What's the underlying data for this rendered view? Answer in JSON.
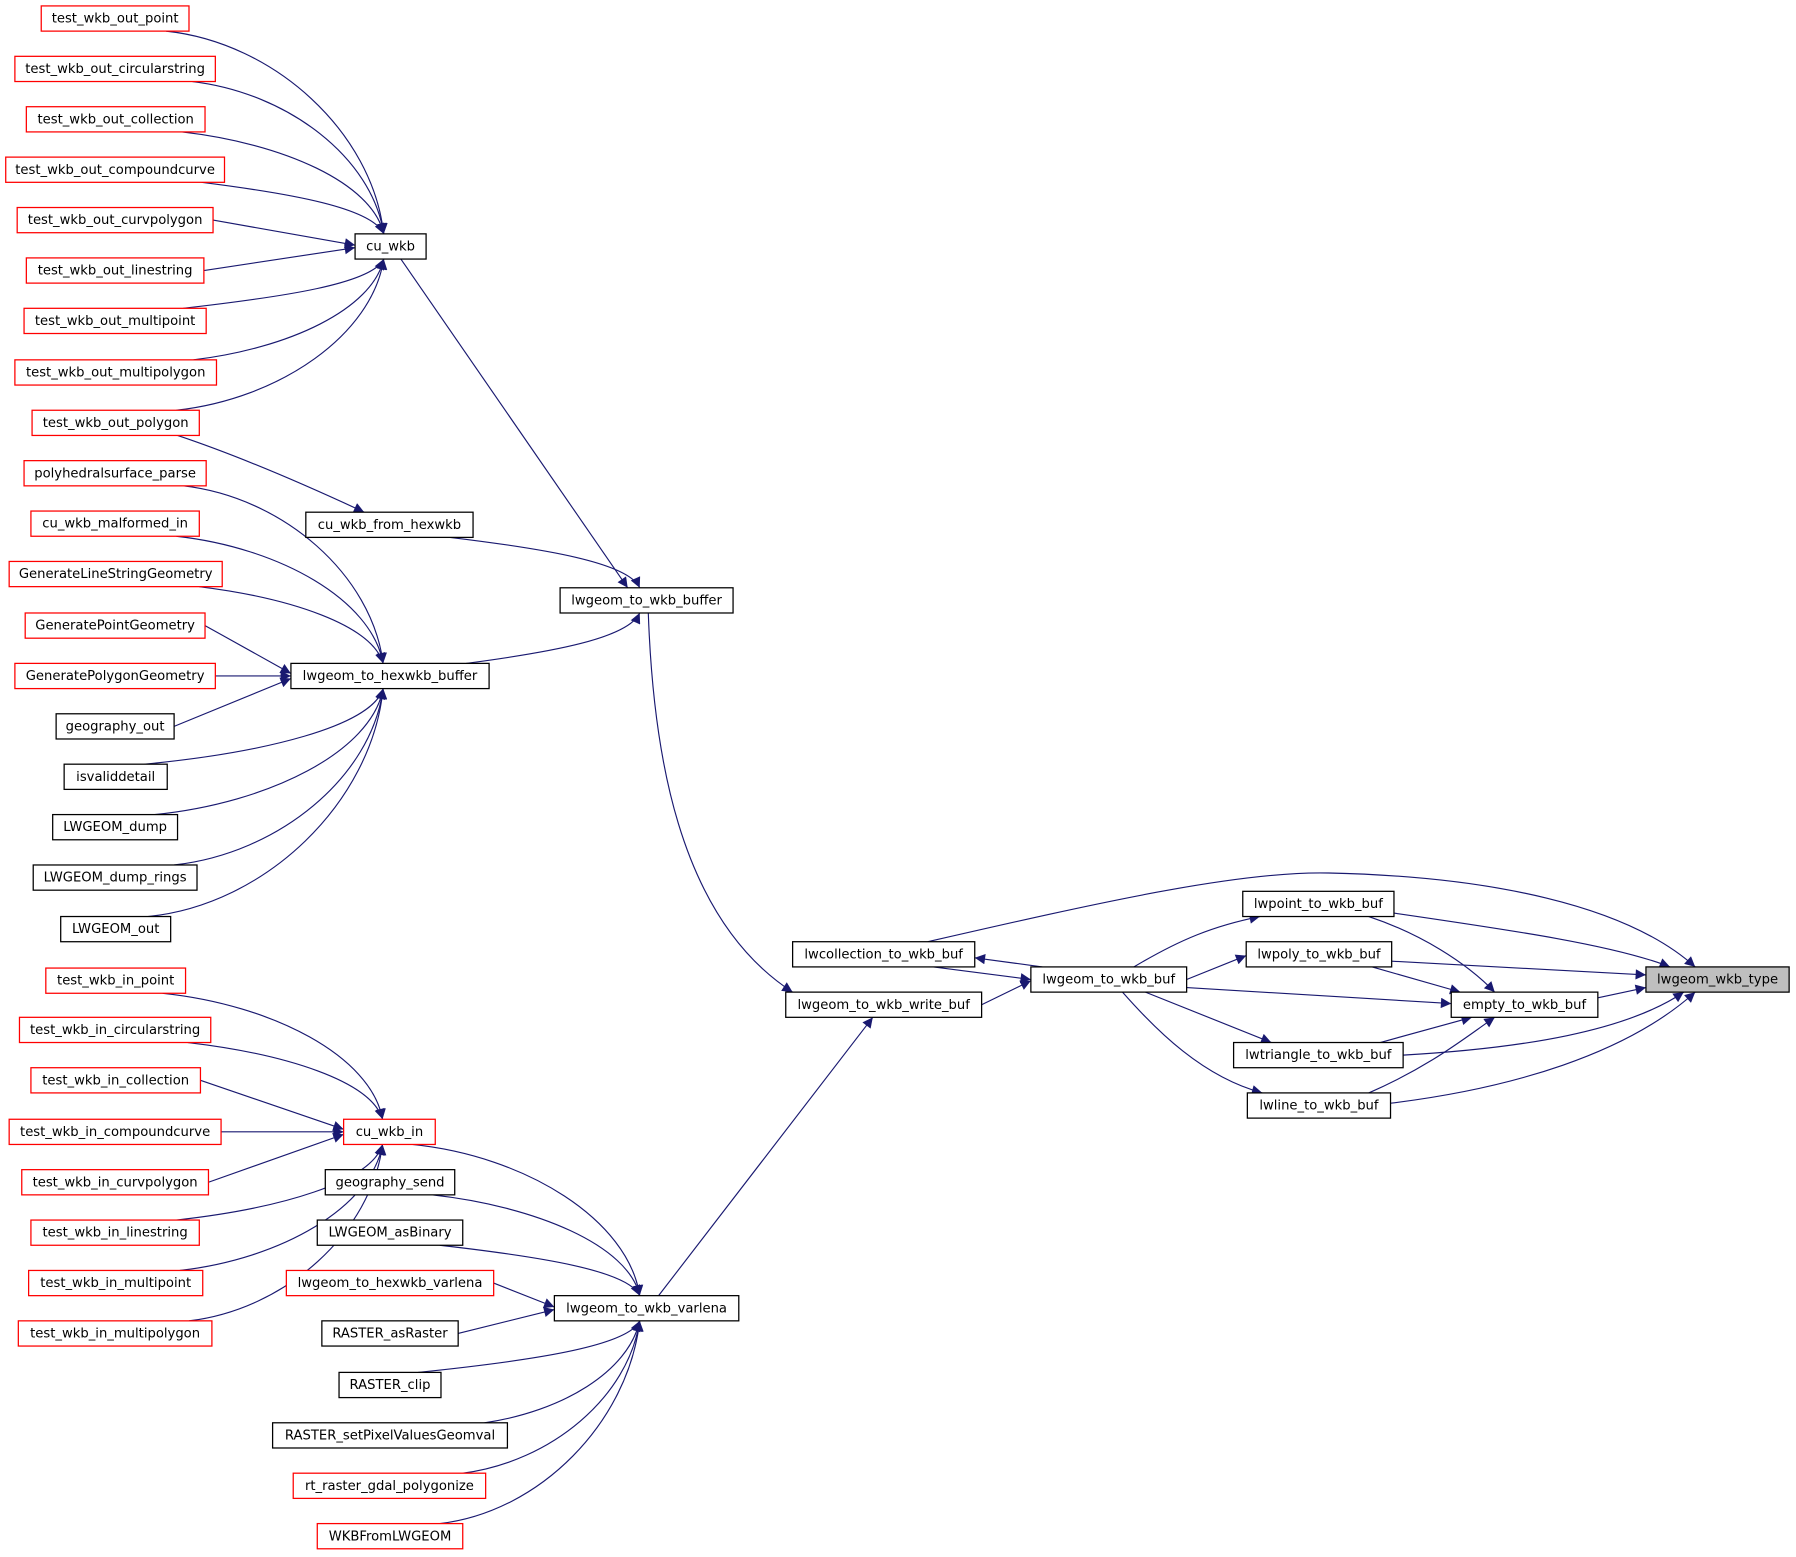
{
  "colors": {
    "edge": "#191970",
    "red_border": "#ff0000",
    "black_border": "#000000",
    "highlight_fill": "#bfbfbf"
  },
  "nodes": [
    {
      "id": "out_point",
      "label": "test_wkb_out_point",
      "style": "red"
    },
    {
      "id": "out_circ",
      "label": "test_wkb_out_circularstring",
      "style": "red"
    },
    {
      "id": "out_coll",
      "label": "test_wkb_out_collection",
      "style": "red"
    },
    {
      "id": "out_cc",
      "label": "test_wkb_out_compoundcurve",
      "style": "red"
    },
    {
      "id": "out_cp",
      "label": "test_wkb_out_curvpolygon",
      "style": "red"
    },
    {
      "id": "out_ls",
      "label": "test_wkb_out_linestring",
      "style": "red"
    },
    {
      "id": "out_mp",
      "label": "test_wkb_out_multipoint",
      "style": "red"
    },
    {
      "id": "out_mpoly",
      "label": "test_wkb_out_multipolygon",
      "style": "red"
    },
    {
      "id": "out_poly",
      "label": "test_wkb_out_polygon",
      "style": "red"
    },
    {
      "id": "polyhedral",
      "label": "polyhedralsurface_parse",
      "style": "red"
    },
    {
      "id": "malformed",
      "label": "cu_wkb_malformed_in",
      "style": "red"
    },
    {
      "id": "gen_ls",
      "label": "GenerateLineStringGeometry",
      "style": "red"
    },
    {
      "id": "gen_pt",
      "label": "GeneratePointGeometry",
      "style": "red"
    },
    {
      "id": "gen_poly",
      "label": "GeneratePolygonGeometry",
      "style": "red"
    },
    {
      "id": "geog_out",
      "label": "geography_out",
      "style": "black"
    },
    {
      "id": "isvalid",
      "label": "isvaliddetail",
      "style": "black"
    },
    {
      "id": "dump",
      "label": "LWGEOM_dump",
      "style": "black"
    },
    {
      "id": "dump_rings",
      "label": "LWGEOM_dump_rings",
      "style": "black"
    },
    {
      "id": "lw_out",
      "label": "LWGEOM_out",
      "style": "black"
    },
    {
      "id": "in_point",
      "label": "test_wkb_in_point",
      "style": "red"
    },
    {
      "id": "in_circ",
      "label": "test_wkb_in_circularstring",
      "style": "red"
    },
    {
      "id": "in_coll",
      "label": "test_wkb_in_collection",
      "style": "red"
    },
    {
      "id": "in_cc",
      "label": "test_wkb_in_compoundcurve",
      "style": "red"
    },
    {
      "id": "in_cp",
      "label": "test_wkb_in_curvpolygon",
      "style": "red"
    },
    {
      "id": "in_ls",
      "label": "test_wkb_in_linestring",
      "style": "red"
    },
    {
      "id": "in_mp",
      "label": "test_wkb_in_multipoint",
      "style": "red"
    },
    {
      "id": "in_mpoly",
      "label": "test_wkb_in_multipolygon",
      "style": "red"
    },
    {
      "id": "cu_wkb",
      "label": "cu_wkb",
      "style": "black"
    },
    {
      "id": "from_hex",
      "label": "cu_wkb_from_hexwkb",
      "style": "black"
    },
    {
      "id": "hex_buffer",
      "label": "lwgeom_to_hexwkb_buffer",
      "style": "black"
    },
    {
      "id": "cu_wkb_in",
      "label": "cu_wkb_in",
      "style": "red"
    },
    {
      "id": "geog_send",
      "label": "geography_send",
      "style": "black"
    },
    {
      "id": "asbinary",
      "label": "LWGEOM_asBinary",
      "style": "black"
    },
    {
      "id": "hex_varlena",
      "label": "lwgeom_to_hexwkb_varlena",
      "style": "red"
    },
    {
      "id": "asraster",
      "label": "RASTER_asRaster",
      "style": "black"
    },
    {
      "id": "clip",
      "label": "RASTER_clip",
      "style": "black"
    },
    {
      "id": "setpix",
      "label": "RASTER_setPixelValuesGeomval",
      "style": "black"
    },
    {
      "id": "polygonize",
      "label": "rt_raster_gdal_polygonize",
      "style": "red"
    },
    {
      "id": "wkbfrom",
      "label": "WKBFromLWGEOM",
      "style": "red"
    },
    {
      "id": "wkb_buffer",
      "label": "lwgeom_to_wkb_buffer",
      "style": "black"
    },
    {
      "id": "wkb_varlena",
      "label": "lwgeom_to_wkb_varlena",
      "style": "black"
    },
    {
      "id": "write_buf",
      "label": "lwgeom_to_wkb_write_buf",
      "style": "black"
    },
    {
      "id": "coll_buf",
      "label": "lwcollection_to_wkb_buf",
      "style": "black"
    },
    {
      "id": "wkb_buf",
      "label": "lwgeom_to_wkb_buf",
      "style": "black"
    },
    {
      "id": "point_buf",
      "label": "lwpoint_to_wkb_buf",
      "style": "black"
    },
    {
      "id": "poly_buf",
      "label": "lwpoly_to_wkb_buf",
      "style": "black"
    },
    {
      "id": "empty_buf",
      "label": "empty_to_wkb_buf",
      "style": "black"
    },
    {
      "id": "tri_buf",
      "label": "lwtriangle_to_wkb_buf",
      "style": "black"
    },
    {
      "id": "line_buf",
      "label": "lwline_to_wkb_buf",
      "style": "black"
    },
    {
      "id": "wkb_type",
      "label": "lwgeom_wkb_type",
      "style": "highlight"
    }
  ],
  "edges": [
    [
      "out_point",
      "cu_wkb"
    ],
    [
      "out_circ",
      "cu_wkb"
    ],
    [
      "out_coll",
      "cu_wkb"
    ],
    [
      "out_cc",
      "cu_wkb"
    ],
    [
      "out_cp",
      "cu_wkb"
    ],
    [
      "out_ls",
      "cu_wkb"
    ],
    [
      "out_mp",
      "cu_wkb"
    ],
    [
      "out_mpoly",
      "cu_wkb"
    ],
    [
      "out_poly",
      "cu_wkb"
    ],
    [
      "out_poly",
      "from_hex"
    ],
    [
      "cu_wkb",
      "wkb_buffer"
    ],
    [
      "from_hex",
      "wkb_buffer"
    ],
    [
      "hex_buffer",
      "wkb_buffer"
    ],
    [
      "polyhedral",
      "hex_buffer"
    ],
    [
      "malformed",
      "hex_buffer"
    ],
    [
      "gen_ls",
      "hex_buffer"
    ],
    [
      "gen_pt",
      "hex_buffer"
    ],
    [
      "gen_poly",
      "hex_buffer"
    ],
    [
      "geog_out",
      "hex_buffer"
    ],
    [
      "isvalid",
      "hex_buffer"
    ],
    [
      "dump",
      "hex_buffer"
    ],
    [
      "dump_rings",
      "hex_buffer"
    ],
    [
      "lw_out",
      "hex_buffer"
    ],
    [
      "in_point",
      "cu_wkb_in"
    ],
    [
      "in_circ",
      "cu_wkb_in"
    ],
    [
      "in_coll",
      "cu_wkb_in"
    ],
    [
      "in_cc",
      "cu_wkb_in"
    ],
    [
      "in_cp",
      "cu_wkb_in"
    ],
    [
      "in_ls",
      "cu_wkb_in"
    ],
    [
      "in_mp",
      "cu_wkb_in"
    ],
    [
      "in_mpoly",
      "cu_wkb_in"
    ],
    [
      "cu_wkb_in",
      "wkb_varlena"
    ],
    [
      "geog_send",
      "wkb_varlena"
    ],
    [
      "asbinary",
      "wkb_varlena"
    ],
    [
      "hex_varlena",
      "wkb_varlena"
    ],
    [
      "asraster",
      "wkb_varlena"
    ],
    [
      "clip",
      "wkb_varlena"
    ],
    [
      "setpix",
      "wkb_varlena"
    ],
    [
      "polygonize",
      "wkb_varlena"
    ],
    [
      "wkbfrom",
      "wkb_varlena"
    ],
    [
      "wkb_buffer",
      "write_buf"
    ],
    [
      "wkb_varlena",
      "write_buf"
    ],
    [
      "write_buf",
      "wkb_buf"
    ],
    [
      "wkb_buf",
      "coll_buf"
    ],
    [
      "coll_buf",
      "wkb_buf"
    ],
    [
      "wkb_buf",
      "point_buf"
    ],
    [
      "wkb_buf",
      "poly_buf"
    ],
    [
      "wkb_buf",
      "tri_buf"
    ],
    [
      "wkb_buf",
      "line_buf"
    ],
    [
      "wkb_buf",
      "empty_buf"
    ],
    [
      "point_buf",
      "empty_buf"
    ],
    [
      "poly_buf",
      "empty_buf"
    ],
    [
      "tri_buf",
      "empty_buf"
    ],
    [
      "line_buf",
      "empty_buf"
    ],
    [
      "coll_buf",
      "wkb_type"
    ],
    [
      "point_buf",
      "wkb_type"
    ],
    [
      "poly_buf",
      "wkb_type"
    ],
    [
      "empty_buf",
      "wkb_type"
    ],
    [
      "tri_buf",
      "wkb_type"
    ],
    [
      "line_buf",
      "wkb_type"
    ]
  ]
}
